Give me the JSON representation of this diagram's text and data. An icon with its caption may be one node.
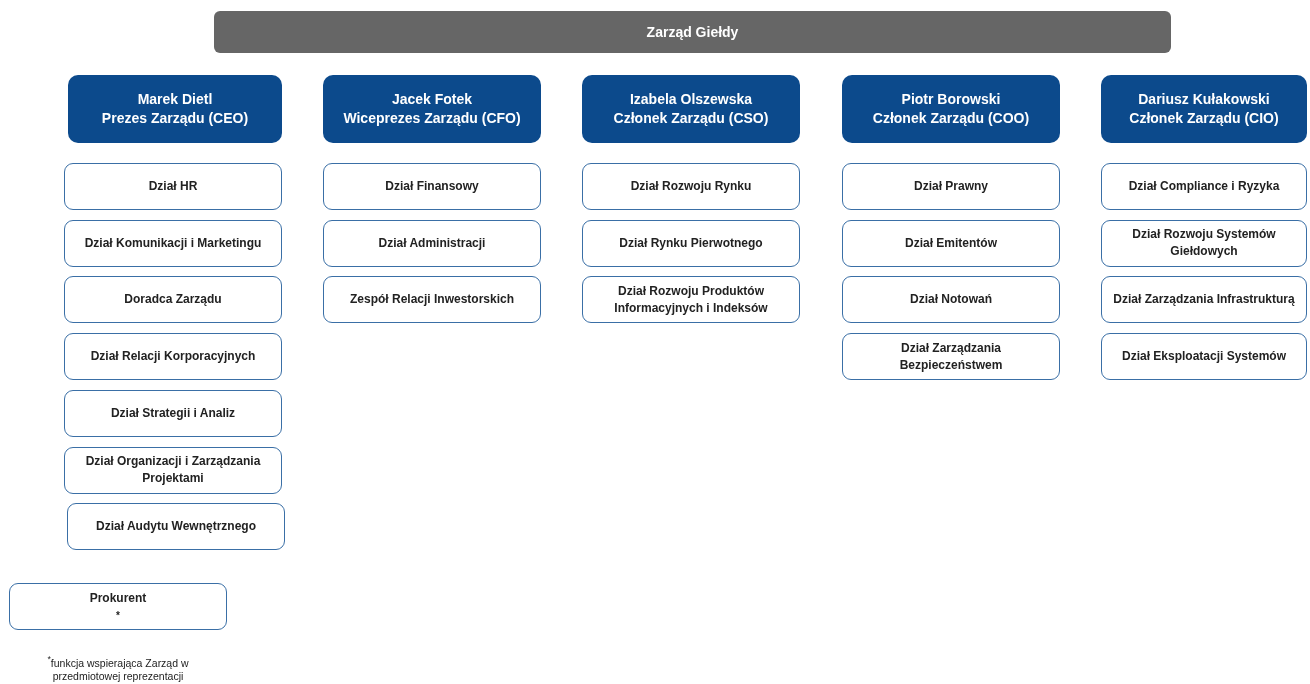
{
  "diagram": {
    "nodes": [
      {
        "text": [
          "Zarząd Giełdy"
        ]
      },
      {
        "text": [
          "Marek Dietl",
          "Prezes Zarządu (CEO)"
        ]
      },
      {
        "text": [
          "Dział HR"
        ]
      },
      {
        "text": [
          "Dział Komunikacji i Marketingu"
        ]
      },
      {
        "text": [
          "Doradca Zarządu"
        ]
      },
      {
        "text": [
          "Dział Relacji Korporacyjnych"
        ]
      },
      {
        "text": [
          "Dział Strategii i Analiz"
        ]
      },
      {
        "text": [
          "Dział Organizacji i Zarządzania Projektami"
        ]
      },
      {
        "text": [
          "Dział Audytu Wewnętrznego"
        ]
      },
      {
        "text": [
          "Jacek Fotek",
          "Wiceprezes Zarządu (CFO)"
        ]
      },
      {
        "text": [
          "Dział Finansowy"
        ]
      },
      {
        "text": [
          "Dział Administracji"
        ]
      },
      {
        "text": [
          "Zespół Relacji Inwestorskich"
        ]
      },
      {
        "text": [
          "Izabela Olszewska",
          "Członek Zarządu (CSO)"
        ]
      },
      {
        "text": [
          "Dział Rozwoju Rynku"
        ]
      },
      {
        "text": [
          "Dział Rynku Pierwotnego"
        ]
      },
      {
        "text": [
          "Dział Rozwoju Produktów Informacyjnych i Indeksów"
        ]
      },
      {
        "text": [
          "Piotr Borowski",
          "Członek Zarządu (COO)"
        ]
      },
      {
        "text": [
          "Dział Prawny"
        ]
      },
      {
        "text": [
          "Dział Emitentów"
        ]
      },
      {
        "text": [
          "Dział Notowań"
        ]
      },
      {
        "text": [
          "Dział Zarządzania Bezpieczeństwem"
        ]
      },
      {
        "text": [
          "Dariusz Kułakowski",
          "Członek Zarządu (CIO)"
        ]
      },
      {
        "text": [
          "Dział Compliance i Ryzyka"
        ]
      },
      {
        "text": [
          "Dział Rozwoju Systemów Giełdowych"
        ]
      },
      {
        "text": [
          "Dział Zarządzania Infrastrukturą"
        ]
      },
      {
        "text": [
          "Dział Eksploatacji Systemów"
        ]
      },
      {
        "text": [
          "Prokurent$^{*}$"
        ]
      }
    ],
    "labels": [
      "$^{*}$funkcja wspierająca Zarząd w przedmiotowej reprezentacji"
    ]
  }
}
